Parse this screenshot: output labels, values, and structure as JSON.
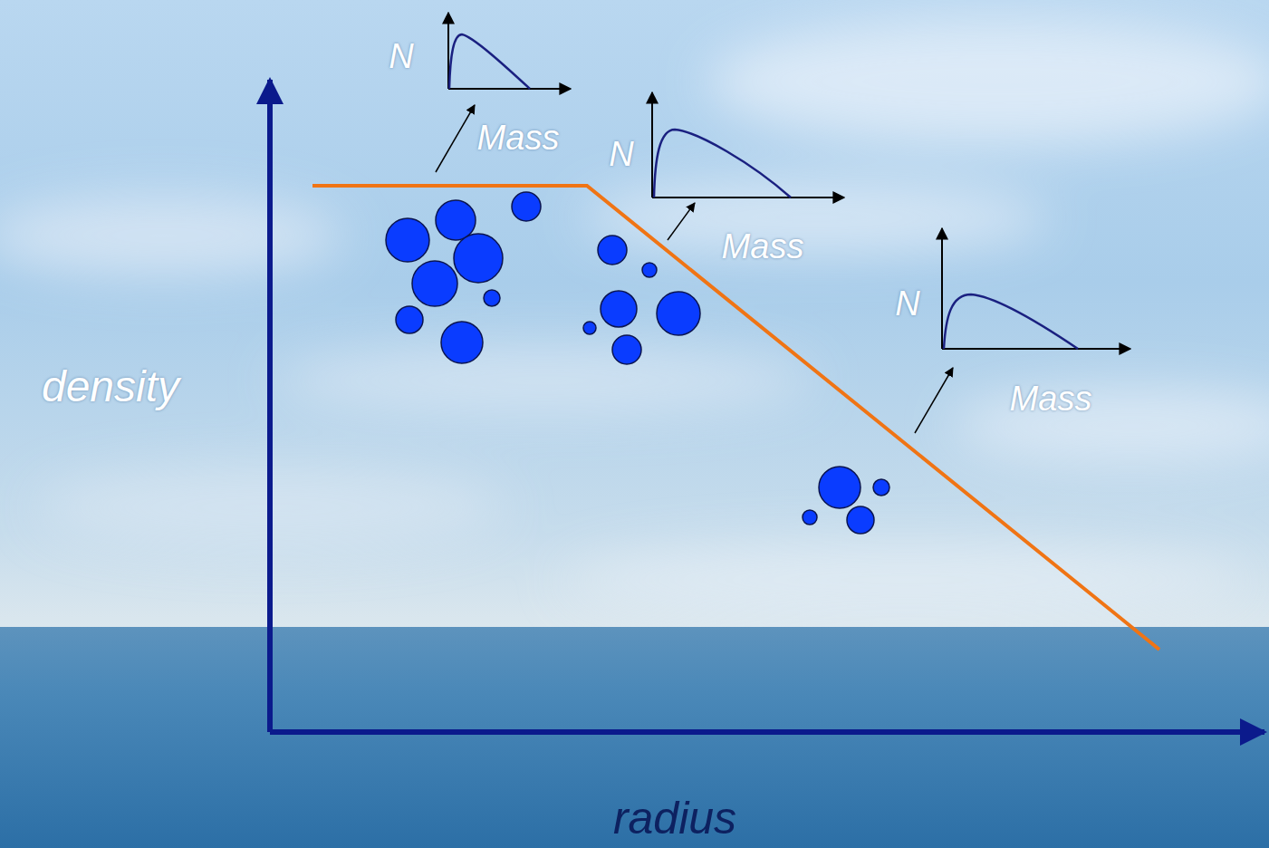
{
  "diagram": {
    "labels": [
      "N",
      "Mass",
      "N",
      "Mass",
      "N",
      "Mass",
      "density",
      "radius"
    ]
  }
}
